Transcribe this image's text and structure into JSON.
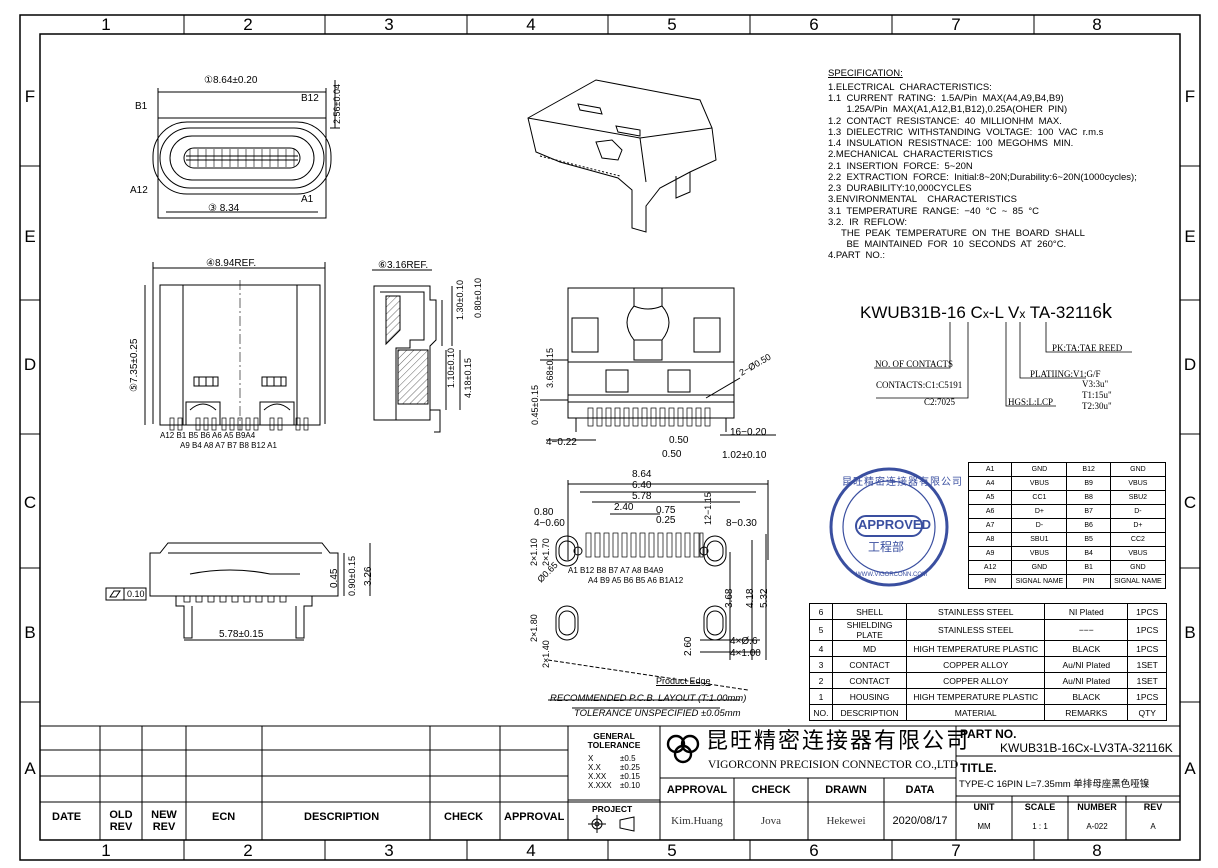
{
  "zones_top": [
    "1",
    "2",
    "3",
    "4",
    "5",
    "6",
    "7",
    "8"
  ],
  "zones_side": [
    "F",
    "E",
    "D",
    "C",
    "B",
    "A"
  ],
  "spec": [
    {
      "text": "SPECIFICATION:",
      "u": true
    },
    {
      "text": "1.ELECTRICAL  CHARACTERISTICS:"
    },
    {
      "text": "1.1  CURRENT  RATING:  1.5A/Pin  MAX(A4,A9,B4,B9)"
    },
    {
      "text": "       1.25A/Pin  MAX(A1,A12,B1,B12),0.25A(OHER  PIN)"
    },
    {
      "text": "1.2  CONTACT  RESISTANCE:  40  MILLIONHM  MAX."
    },
    {
      "text": "1.3  DIELECTRIC  WITHSTANDING  VOLTAGE:  100  VAC  r.m.s"
    },
    {
      "text": "1.4  INSULATION  RESISTNACE:  100  MEGOHMS  MIN."
    },
    {
      "text": "2.MECHANICAL  CHARACTERISTICS"
    },
    {
      "text": "2.1  INSERTION  FORCE:  5~20N"
    },
    {
      "text": "2.2  EXTRACTION  FORCE:  Initial:8~20N;Durability:6~20N(1000cycles);"
    },
    {
      "text": "2.3  DURABILITY:10,000CYCLES"
    },
    {
      "text": "3.ENVIRONMENTAL    CHARACTERISTICS"
    },
    {
      "text": "3.1  TEMPERATURE  RANGE:  −40  °C  ~  85  °C"
    },
    {
      "text": "3.2.  IR  REFLOW:"
    },
    {
      "text": "     THE  PEAK  TEMPERATURE  ON  THE  BOARD  SHALL"
    },
    {
      "text": "       BE  MAINTAINED  FOR  10  SECONDS  AT  260°C."
    },
    {
      "text": "4.PART  NO.:"
    }
  ],
  "part_code": {
    "p1": "KWUB31B-16 C",
    "p2": "x",
    "p3": "-L V",
    "p4": "x",
    "p5": " TA-32116",
    "p6": "k"
  },
  "part_notes": {
    "pk": "PK:TA:TAE REED",
    "plating": "PLATIING:V1:G/F",
    "plating_v3": "V3:3u\"",
    "plating_t1": "T1:15u\"",
    "plating_t2": "T2:30u\"",
    "contacts_no": "NO. OF CONTACTS",
    "contacts_c1": "CONTACTS:C1:C5191",
    "contacts_c2": "C2:7025",
    "hgs": "HGS:L:LCP"
  },
  "dims": {
    "d1": "①8.64±0.20",
    "d2": "2.56±0.04",
    "d3": "③ 8.34",
    "d4": "④8.94REF.",
    "d5": "⑤7.35±0.25",
    "d6": "⑥3.16REF.",
    "d7": "1.30±0.10",
    "d8": "0.80±0.10",
    "d9": "1.10±0.10",
    "d10": "4.18±0.15",
    "d11": "3.68±0.15",
    "d12": "0.45±0.15",
    "d13": "2−Ø0.50",
    "d14": "4−0.22",
    "d15": "0.50",
    "d16": "0.50",
    "d17": "16−0.20",
    "d18": "1.02±0.10",
    "d19": "0.45",
    "d20": "0.90±0.15",
    "d21": "3.26",
    "d22": "5.78±0.15",
    "flat": "0.10",
    "b1": "B1",
    "b12": "B12",
    "a12": "A12",
    "a1": "A1",
    "pins_top": "A12 B1   B5   B6  A6  A5  B9A4",
    "pins_bot": "A9 B4  A8    A7  B7  B8   B12 A1"
  },
  "pcb": {
    "w1": "8.64",
    "w2": "6.40",
    "w3": "5.78",
    "w4": "2.40",
    "w5": "0.75",
    "w6": "0.25",
    "l1": "0.80",
    "l2": "4−0.60",
    "r1": "12−1.15",
    "r2": "8−0.30",
    "h1": "2×1.10",
    "h2": "2×1.70",
    "dia": "Ø0.65",
    "h3": "2×1.80",
    "h4": "2×1.40",
    "v1": "3.68",
    "v2": "4.18",
    "v3": "5.32",
    "v4": "2.60",
    "s1": "4×Ø.6",
    "s2": "4×1.00",
    "pins1": "A1 B12  B8  B7  A7  A8  B4A9",
    "pins2": "A4 B9  A5  B6  B5  A6 B1A12",
    "edge": "Product Edge",
    "rec": "RECOMMENDED   P.C.B.  LAYOUT  (T:1.00mm)",
    "tol": "TOLERANCE  UNSPECIFIED  ±0.05mm"
  },
  "stamp": {
    "text": "APPROVED",
    "sub": "工程部",
    "ring": "昆旺精密连接器有限公司",
    "url": "WWW.VIGORCONN.COM"
  },
  "pin_table": [
    [
      "A1",
      "GND",
      "B12",
      "GND"
    ],
    [
      "A4",
      "VBUS",
      "B9",
      "VBUS"
    ],
    [
      "A5",
      "CC1",
      "B8",
      "SBU2"
    ],
    [
      "A6",
      "D+",
      "B7",
      "D-"
    ],
    [
      "A7",
      "D-",
      "B6",
      "D+"
    ],
    [
      "A8",
      "SBU1",
      "B5",
      "CC2"
    ],
    [
      "A9",
      "VBUS",
      "B4",
      "VBUS"
    ],
    [
      "A12",
      "GND",
      "B1",
      "GND"
    ],
    [
      "PIN",
      "SIGNAL NAME",
      "PIN",
      "SIGNAL NAME"
    ]
  ],
  "bom": [
    [
      "6",
      "SHELL",
      "STAINLESS STEEL",
      "NI Plated",
      "1PCS"
    ],
    [
      "5",
      "SHIELDING PLATE",
      "STAINLESS STEEL",
      "−−−",
      "1PCS"
    ],
    [
      "4",
      "MD",
      "HIGH TEMPERATURE PLASTIC",
      "BLACK",
      "1PCS"
    ],
    [
      "3",
      "CONTACT",
      "COPPER ALLOY",
      "Au/NI Plated",
      "1SET"
    ],
    [
      "2",
      "CONTACT",
      "COPPER ALLOY",
      "Au/NI Plated",
      "1SET"
    ],
    [
      "1",
      "HOUSING",
      "HIGH TEMPERATURE PLASTIC",
      "BLACK",
      "1PCS"
    ],
    [
      "NO.",
      "DESCRIPTION",
      "MATERIAL",
      "REMARKS",
      "QTY"
    ]
  ],
  "revision_headers": [
    "DATE",
    "OLD REV",
    "NEW REV",
    "ECN",
    "DESCRIPTION",
    "CHECK",
    "APPROVAL"
  ],
  "tolerance": {
    "title": "GENERAL TOLERANCE",
    "x": "X",
    "x_v": "±0.5",
    "xx": "X.X",
    "xx_v": "±0.25",
    "xxx": "X.XX",
    "xxx_v": "±0.15",
    "xxxx": "X.XXX",
    "xxxx_v": "±0.10",
    "project": "PROJECT"
  },
  "company": {
    "cn": "昆旺精密连接器有限公司",
    "en": "VIGORCONN PRECISION CONNECTOR CO.,LTD"
  },
  "signoff": {
    "h_approval": "APPROVAL",
    "h_check": "CHECK",
    "h_drawn": "DRAWN",
    "h_data": "DATA",
    "approval": "Kim.Huang",
    "check": "Jova",
    "drawn": "Hekewei",
    "date": "2020/08/17"
  },
  "title_block": {
    "part_no_label": "PART NO.",
    "part_no": "KWUB31B-16Cx-LV3TA-32116K",
    "title_label": "TITLE.",
    "title": "TYPE-C 16PIN  L=7.35mm  单排母座黑色哑镍",
    "unit_label": "UNIT",
    "unit": "MM",
    "scale_label": "SCALE",
    "scale": "1 : 1",
    "number_label": "NUMBER",
    "number": "A-022",
    "rev_label": "REV",
    "rev": "A"
  }
}
